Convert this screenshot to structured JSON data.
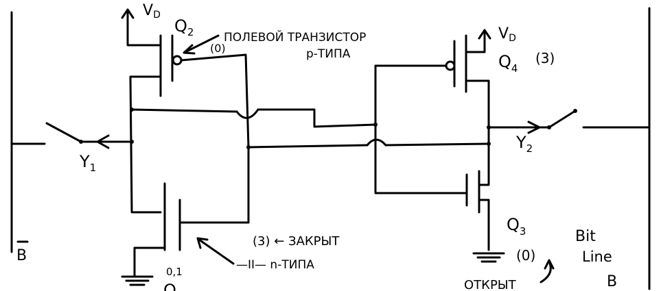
{
  "labels": {
    "vd_left": "V",
    "vd_left_sub": "D",
    "vd_right": "V",
    "vd_right_sub": "D",
    "q2": "Q",
    "q2_sub": "2",
    "q4": "Q",
    "q4_sub": "4",
    "q4_state": "(3)",
    "q3": "Q",
    "q3_sub": "3",
    "q3_state": "(0)",
    "q1_partial": "Q",
    "q1_partial_sub": "1",
    "q1_digits": "0,1",
    "q2_note_line1": "ПОЛЕВОЙ ТРАНЗИСТОР",
    "q2_note_state": "(0)",
    "q2_note_line2": "p-ТИПА",
    "y1": "Y",
    "y1_sub": "1",
    "y2": "Y",
    "y2_sub": "2",
    "closed_note": "(3) ← ЗАКРЫТ",
    "ntype_note": "—II— n-ТИПА",
    "open_note": "ОТКРЫТ",
    "bit_line_1": "Bit",
    "bit_line_2": "Line",
    "bit_line_3": "B",
    "b_bar": "B"
  }
}
